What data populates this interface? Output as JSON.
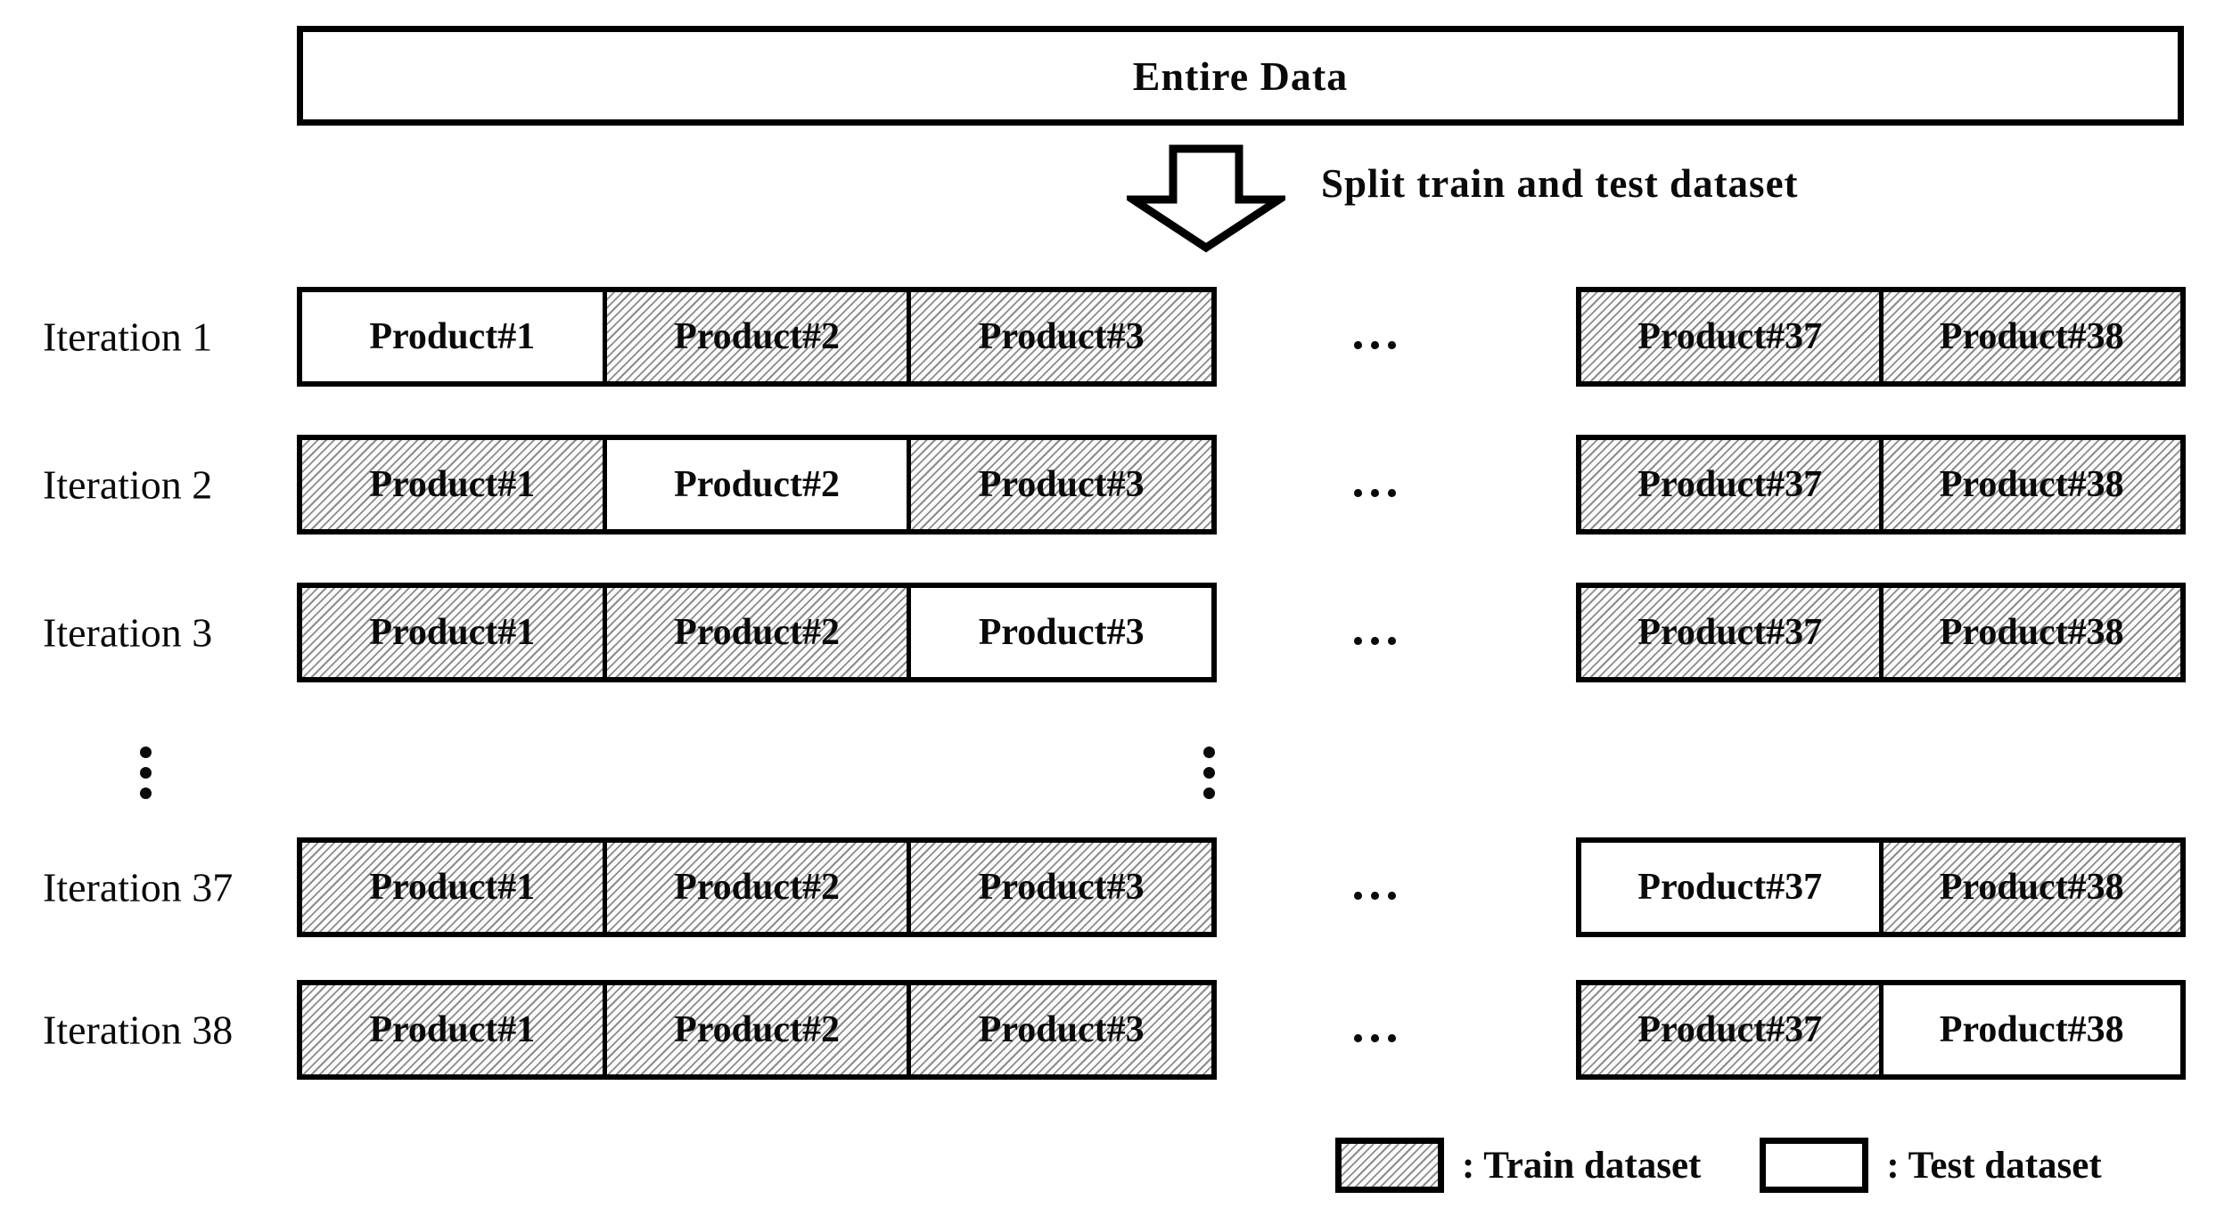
{
  "entire_data_label": "Entire Data",
  "arrow_caption": "Split train and test dataset",
  "ellipsis_h": "...",
  "rows": [
    {
      "label": "Iteration 1",
      "left_cells": [
        {
          "label": "Product#1",
          "type": "test"
        },
        {
          "label": "Product#2",
          "type": "train"
        },
        {
          "label": "Product#3",
          "type": "train"
        }
      ],
      "right_cells": [
        {
          "label": "Product#37",
          "type": "train"
        },
        {
          "label": "Product#38",
          "type": "train"
        }
      ]
    },
    {
      "label": "Iteration 2",
      "left_cells": [
        {
          "label": "Product#1",
          "type": "train"
        },
        {
          "label": "Product#2",
          "type": "test"
        },
        {
          "label": "Product#3",
          "type": "train"
        }
      ],
      "right_cells": [
        {
          "label": "Product#37",
          "type": "train"
        },
        {
          "label": "Product#38",
          "type": "train"
        }
      ]
    },
    {
      "label": "Iteration 3",
      "left_cells": [
        {
          "label": "Product#1",
          "type": "train"
        },
        {
          "label": "Product#2",
          "type": "train"
        },
        {
          "label": "Product#3",
          "type": "test"
        }
      ],
      "right_cells": [
        {
          "label": "Product#37",
          "type": "train"
        },
        {
          "label": "Product#38",
          "type": "train"
        }
      ]
    },
    {
      "label": "Iteration 37",
      "left_cells": [
        {
          "label": "Product#1",
          "type": "train"
        },
        {
          "label": "Product#2",
          "type": "train"
        },
        {
          "label": "Product#3",
          "type": "train"
        }
      ],
      "right_cells": [
        {
          "label": "Product#37",
          "type": "test"
        },
        {
          "label": "Product#38",
          "type": "train"
        }
      ]
    },
    {
      "label": "Iteration 38",
      "left_cells": [
        {
          "label": "Product#1",
          "type": "train"
        },
        {
          "label": "Product#2",
          "type": "train"
        },
        {
          "label": "Product#3",
          "type": "train"
        }
      ],
      "right_cells": [
        {
          "label": "Product#37",
          "type": "train"
        },
        {
          "label": "Product#38",
          "type": "test"
        }
      ]
    }
  ],
  "legend": {
    "train_label": ": Train dataset",
    "test_label": ": Test dataset"
  },
  "icons": {
    "arrow": "down-arrow-icon",
    "vertical_ellipsis": "vertical-ellipsis-icon"
  },
  "colors": {
    "border": "#000000",
    "text": "#0a0a0a",
    "hatch_line": "#8c8c8c",
    "cell_background": "#ffffff"
  }
}
